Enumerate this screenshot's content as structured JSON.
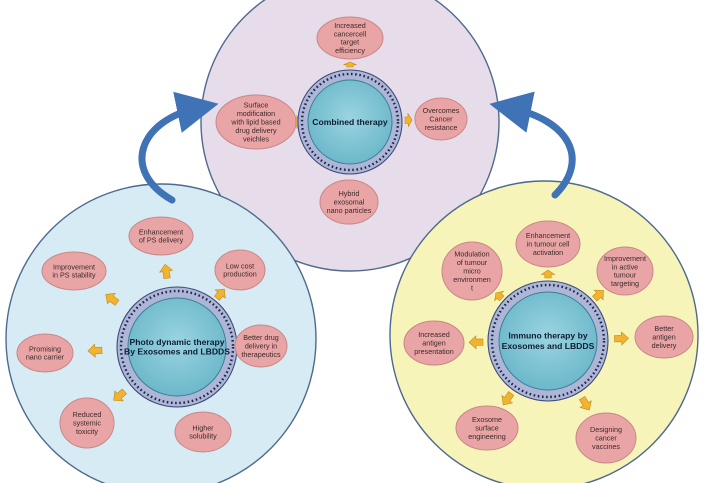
{
  "colors": {
    "top_bg": "#e6dcea",
    "left_bg": "#d6ebf3",
    "right_bg": "#f7f4b9",
    "outline": "#4e6a8f",
    "bubble_fill": "#e9a5a5",
    "bubble_stroke": "#c98787",
    "arrow": "#f2b331",
    "arrow_stroke": "#c68a16",
    "core_fill": "#7fc6d6",
    "curve_arrow": "#3f73b5"
  },
  "clusters": [
    {
      "id": "combined",
      "core": [
        "Combined therapy"
      ],
      "nodes": [
        [
          "Increased",
          "cancercell",
          "target",
          "efficiency"
        ],
        [
          "Overcomes",
          "Cancer",
          "resistance"
        ],
        [
          "Hybrid",
          "exosomal",
          "nano particles"
        ],
        [
          "Surface",
          "modification",
          "with lipid based",
          "drug delivery",
          "veichles"
        ]
      ]
    },
    {
      "id": "photodynamic",
      "core": [
        "Photo dynamic therapy",
        "By Exosomes and LBDDS"
      ],
      "nodes": [
        [
          "Enhancement",
          "of PS delivery"
        ],
        [
          "Low cost",
          "production"
        ],
        [
          "Better drug",
          "delivery in",
          "therapeutics"
        ],
        [
          "Higher",
          "solubility"
        ],
        [
          "Reduced",
          "systemic",
          "toxicity"
        ],
        [
          "Promising",
          "nano carrier"
        ],
        [
          "Improvement",
          "in PS stability"
        ]
      ]
    },
    {
      "id": "immuno",
      "core": [
        "Immuno therapy by",
        "Exosomes and LBDDS"
      ],
      "nodes": [
        [
          "Enhancement",
          "in tumour cell",
          "activation"
        ],
        [
          "Improvement",
          "in active",
          "tumour",
          "targeting"
        ],
        [
          "Better",
          "antigen",
          "delivery"
        ],
        [
          "Designing",
          "cancer",
          "vaccines"
        ],
        [
          "Exosome",
          "surface",
          "engineering"
        ],
        [
          "Increased",
          "antigen",
          "presentation"
        ],
        [
          "Modulation",
          "of tumour",
          "micro",
          "environmen",
          "t"
        ]
      ]
    }
  ]
}
